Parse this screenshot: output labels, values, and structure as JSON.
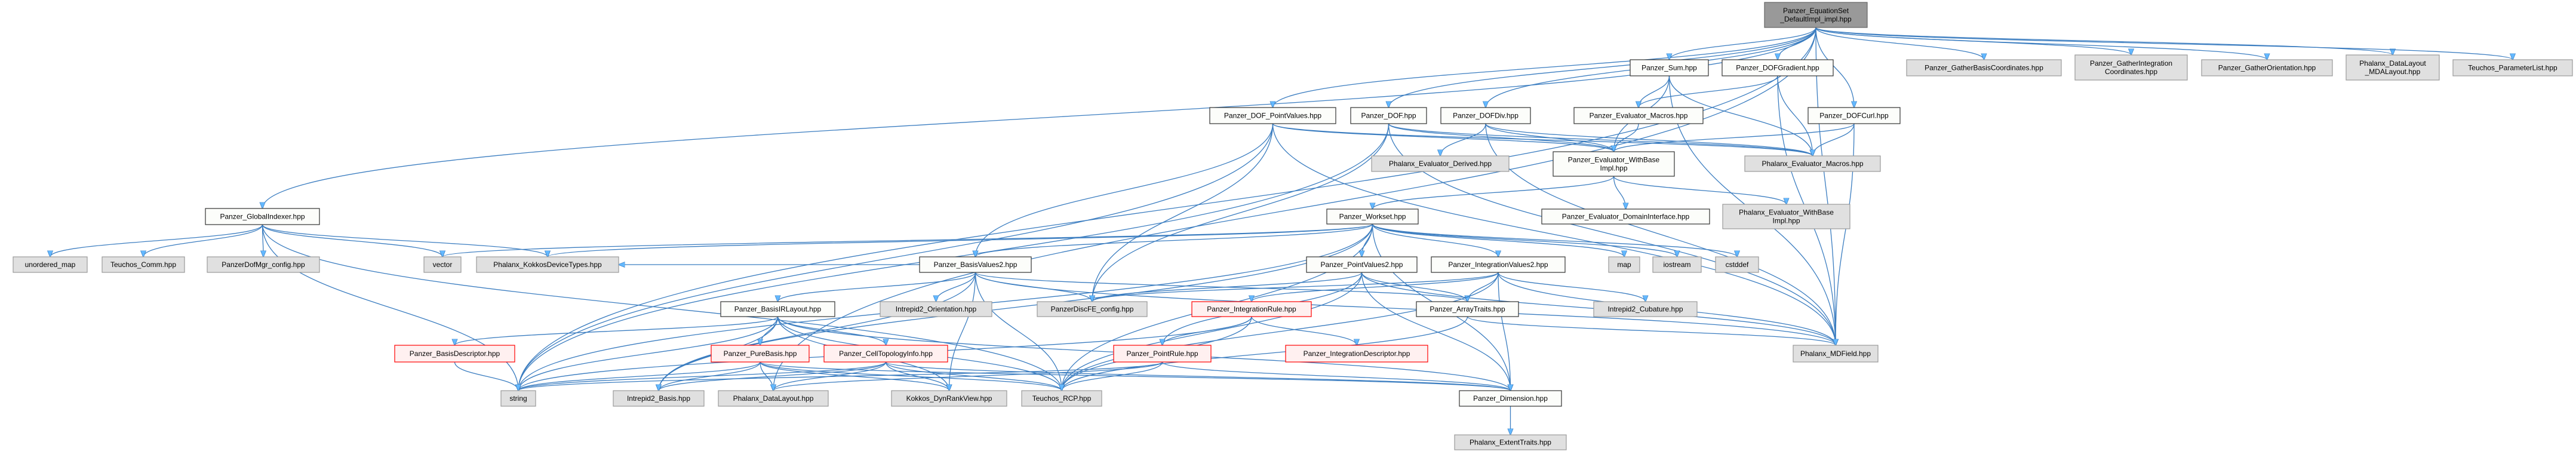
{
  "colors": {
    "edge": "#3b7dc0",
    "arrow": "#63b8ff",
    "root_fill": "#999999",
    "documented_fill": "#fcfdfa",
    "external_fill": "#e0e0e0",
    "undocumented_fill": "#fff0f0",
    "undocumented_border": "#ff0000"
  },
  "nodes": [
    {
      "id": "root",
      "kind": "root",
      "lines": [
        "Panzer_EquationSet",
        "_DefaultImpl_impl.hpp"
      ]
    },
    {
      "id": "sum",
      "kind": "doc",
      "lines": [
        "Panzer_Sum.hpp"
      ]
    },
    {
      "id": "dofgrad",
      "kind": "doc",
      "lines": [
        "Panzer_DOFGradient.hpp"
      ]
    },
    {
      "id": "gatherbasis",
      "kind": "ext",
      "lines": [
        "Panzer_GatherBasisCoordinates.hpp"
      ]
    },
    {
      "id": "gatherint",
      "kind": "ext",
      "lines": [
        "Panzer_GatherIntegration",
        "Coordinates.hpp"
      ]
    },
    {
      "id": "gatherorient",
      "kind": "ext",
      "lines": [
        "Panzer_GatherOrientation.hpp"
      ]
    },
    {
      "id": "mdalayout",
      "kind": "ext",
      "lines": [
        "Phalanx_DataLayout",
        "_MDALayout.hpp"
      ]
    },
    {
      "id": "paramlist",
      "kind": "ext",
      "lines": [
        "Teuchos_ParameterList.hpp"
      ]
    },
    {
      "id": "dofpv",
      "kind": "doc",
      "lines": [
        "Panzer_DOF_PointValues.hpp"
      ]
    },
    {
      "id": "dof",
      "kind": "doc",
      "lines": [
        "Panzer_DOF.hpp"
      ]
    },
    {
      "id": "dofdiv",
      "kind": "doc",
      "lines": [
        "Panzer_DOFDiv.hpp"
      ]
    },
    {
      "id": "pevmacros",
      "kind": "doc",
      "lines": [
        "Panzer_Evaluator_Macros.hpp"
      ]
    },
    {
      "id": "dofcurl",
      "kind": "doc",
      "lines": [
        "Panzer_DOFCurl.hpp"
      ]
    },
    {
      "id": "phxderived",
      "kind": "ext",
      "lines": [
        "Phalanx_Evaluator_Derived.hpp"
      ]
    },
    {
      "id": "pwithbase",
      "kind": "doc",
      "lines": [
        "Panzer_Evaluator_WithBase",
        "Impl.hpp"
      ]
    },
    {
      "id": "phxmacros",
      "kind": "ext",
      "lines": [
        "Phalanx_Evaluator_Macros.hpp"
      ]
    },
    {
      "id": "globalidx",
      "kind": "doc",
      "lines": [
        "Panzer_GlobalIndexer.hpp"
      ]
    },
    {
      "id": "workset",
      "kind": "doc",
      "lines": [
        "Panzer_Workset.hpp"
      ]
    },
    {
      "id": "domainif",
      "kind": "doc",
      "lines": [
        "Panzer_Evaluator_DomainInterface.hpp"
      ]
    },
    {
      "id": "phxwithbase",
      "kind": "ext",
      "lines": [
        "Phalanx_Evaluator_WithBase",
        "Impl.hpp"
      ]
    },
    {
      "id": "unordered_map",
      "kind": "ext",
      "lines": [
        "unordered_map"
      ]
    },
    {
      "id": "tcomm",
      "kind": "ext",
      "lines": [
        "Teuchos_Comm.hpp"
      ]
    },
    {
      "id": "dofmgrcfg",
      "kind": "ext",
      "lines": [
        "PanzerDofMgr_config.hpp"
      ]
    },
    {
      "id": "vector",
      "kind": "ext",
      "lines": [
        "vector"
      ]
    },
    {
      "id": "kokkosdev",
      "kind": "ext",
      "lines": [
        "Phalanx_KokkosDeviceTypes.hpp"
      ]
    },
    {
      "id": "basisvals2",
      "kind": "doc",
      "lines": [
        "Panzer_BasisValues2.hpp"
      ]
    },
    {
      "id": "pointvals2",
      "kind": "doc",
      "lines": [
        "Panzer_PointValues2.hpp"
      ]
    },
    {
      "id": "intvals2",
      "kind": "doc",
      "lines": [
        "Panzer_IntegrationValues2.hpp"
      ]
    },
    {
      "id": "map",
      "kind": "ext",
      "lines": [
        "map"
      ]
    },
    {
      "id": "iostream",
      "kind": "ext",
      "lines": [
        "iostream"
      ]
    },
    {
      "id": "cstddef",
      "kind": "ext",
      "lines": [
        "cstddef"
      ]
    },
    {
      "id": "basisir",
      "kind": "doc",
      "lines": [
        "Panzer_BasisIRLayout.hpp"
      ]
    },
    {
      "id": "i2orient",
      "kind": "ext",
      "lines": [
        "Intrepid2_Orientation.hpp"
      ]
    },
    {
      "id": "discfecfg",
      "kind": "ext",
      "lines": [
        "PanzerDiscFE_config.hpp"
      ]
    },
    {
      "id": "intrule",
      "kind": "undoc",
      "lines": [
        "Panzer_IntegrationRule.hpp"
      ]
    },
    {
      "id": "arraytraits",
      "kind": "doc",
      "lines": [
        "Panzer_ArrayTraits.hpp"
      ]
    },
    {
      "id": "i2cub",
      "kind": "ext",
      "lines": [
        "Intrepid2_Cubature.hpp"
      ]
    },
    {
      "id": "basisdesc",
      "kind": "undoc",
      "lines": [
        "Panzer_BasisDescriptor.hpp"
      ]
    },
    {
      "id": "purebasis",
      "kind": "undoc",
      "lines": [
        "Panzer_PureBasis.hpp"
      ]
    },
    {
      "id": "celltopo",
      "kind": "undoc",
      "lines": [
        "Panzer_CellTopologyInfo.hpp"
      ]
    },
    {
      "id": "pointrule",
      "kind": "undoc",
      "lines": [
        "Panzer_PointRule.hpp"
      ]
    },
    {
      "id": "intdesc",
      "kind": "undoc",
      "lines": [
        "Panzer_IntegrationDescriptor.hpp"
      ]
    },
    {
      "id": "mdfield",
      "kind": "ext",
      "lines": [
        "Phalanx_MDField.hpp"
      ]
    },
    {
      "id": "string",
      "kind": "ext",
      "lines": [
        "string"
      ]
    },
    {
      "id": "i2basis",
      "kind": "ext",
      "lines": [
        "Intrepid2_Basis.hpp"
      ]
    },
    {
      "id": "phxdl",
      "kind": "ext",
      "lines": [
        "Phalanx_DataLayout.hpp"
      ]
    },
    {
      "id": "dynrank",
      "kind": "ext",
      "lines": [
        "Kokkos_DynRankView.hpp"
      ]
    },
    {
      "id": "trcp",
      "kind": "ext",
      "lines": [
        "Teuchos_RCP.hpp"
      ]
    },
    {
      "id": "dimension",
      "kind": "doc",
      "lines": [
        "Panzer_Dimension.hpp"
      ]
    },
    {
      "id": "extent",
      "kind": "ext",
      "lines": [
        "Phalanx_ExtentTraits.hpp"
      ]
    }
  ],
  "edges": [
    [
      "root",
      "globalidx"
    ],
    [
      "root",
      "dofpv"
    ],
    [
      "root",
      "dof"
    ],
    [
      "root",
      "dofdiv"
    ],
    [
      "root",
      "sum"
    ],
    [
      "root",
      "dofgrad"
    ],
    [
      "root",
      "dofcurl"
    ],
    [
      "root",
      "gatherbasis"
    ],
    [
      "root",
      "gatherint"
    ],
    [
      "root",
      "gatherorient"
    ],
    [
      "root",
      "mdalayout"
    ],
    [
      "root",
      "paramlist"
    ],
    [
      "root",
      "mdfield"
    ],
    [
      "root",
      "phxdl"
    ],
    [
      "root",
      "string"
    ],
    [
      "sum",
      "pevmacros"
    ],
    [
      "sum",
      "phxmacros"
    ],
    [
      "sum",
      "pwithbase"
    ],
    [
      "sum",
      "mdfield"
    ],
    [
      "dofgrad",
      "pevmacros"
    ],
    [
      "dofgrad",
      "phxmacros"
    ],
    [
      "dofgrad",
      "mdfield"
    ],
    [
      "dofcurl",
      "pwithbase"
    ],
    [
      "dofcurl",
      "phxmacros"
    ],
    [
      "dofcurl",
      "mdfield"
    ],
    [
      "pevmacros",
      "pwithbase"
    ],
    [
      "dofpv",
      "pwithbase"
    ],
    [
      "dofpv",
      "phxmacros"
    ],
    [
      "dofpv",
      "string"
    ],
    [
      "dofpv",
      "basisvals2"
    ],
    [
      "dofpv",
      "discfecfg"
    ],
    [
      "dofpv",
      "mdfield"
    ],
    [
      "dof",
      "pwithbase"
    ],
    [
      "dof",
      "phxmacros"
    ],
    [
      "dof",
      "discfecfg"
    ],
    [
      "dof",
      "string"
    ],
    [
      "dof",
      "mdfield"
    ],
    [
      "dofdiv",
      "phxderived"
    ],
    [
      "dofdiv",
      "pwithbase"
    ],
    [
      "dofdiv",
      "phxmacros"
    ],
    [
      "dofdiv",
      "mdfield"
    ],
    [
      "pwithbase",
      "workset"
    ],
    [
      "pwithbase",
      "domainif"
    ],
    [
      "pwithbase",
      "phxwithbase"
    ],
    [
      "workset",
      "vector"
    ],
    [
      "workset",
      "kokkosdev"
    ],
    [
      "workset",
      "basisvals2"
    ],
    [
      "workset",
      "pointvals2"
    ],
    [
      "workset",
      "intvals2"
    ],
    [
      "workset",
      "map"
    ],
    [
      "workset",
      "iostream"
    ],
    [
      "workset",
      "cstddef"
    ],
    [
      "workset",
      "trcp"
    ],
    [
      "workset",
      "i2basis"
    ],
    [
      "workset",
      "string"
    ],
    [
      "workset",
      "dimension"
    ],
    [
      "globalidx",
      "unordered_map"
    ],
    [
      "globalidx",
      "tcomm"
    ],
    [
      "globalidx",
      "dofmgrcfg"
    ],
    [
      "globalidx",
      "vector"
    ],
    [
      "globalidx",
      "kokkosdev"
    ],
    [
      "globalidx",
      "string"
    ],
    [
      "globalidx",
      "trcp"
    ],
    [
      "basisvals2",
      "basisir"
    ],
    [
      "basisvals2",
      "i2orient"
    ],
    [
      "basisvals2",
      "discfecfg"
    ],
    [
      "basisvals2",
      "trcp"
    ],
    [
      "basisvals2",
      "arraytraits"
    ],
    [
      "basisvals2",
      "mdfield"
    ],
    [
      "basisvals2",
      "dynrank"
    ],
    [
      "basisvals2",
      "i2basis"
    ],
    [
      "basisvals2",
      "kokkosdev"
    ],
    [
      "pointvals2",
      "discfecfg"
    ],
    [
      "pointvals2",
      "pointrule"
    ],
    [
      "pointvals2",
      "arraytraits"
    ],
    [
      "pointvals2",
      "dimension"
    ],
    [
      "pointvals2",
      "mdfield"
    ],
    [
      "pointvals2",
      "trcp"
    ],
    [
      "intvals2",
      "intrule"
    ],
    [
      "intvals2",
      "arraytraits"
    ],
    [
      "intvals2",
      "i2cub"
    ],
    [
      "intvals2",
      "mdfield"
    ],
    [
      "intvals2",
      "dimension"
    ],
    [
      "intvals2",
      "trcp"
    ],
    [
      "intvals2",
      "discfecfg"
    ],
    [
      "basisir",
      "basisdesc"
    ],
    [
      "basisir",
      "purebasis"
    ],
    [
      "basisir",
      "celltopo"
    ],
    [
      "basisir",
      "string"
    ],
    [
      "basisir",
      "i2basis"
    ],
    [
      "basisir",
      "trcp"
    ],
    [
      "basisir",
      "dynrank"
    ],
    [
      "basisir",
      "dimension"
    ],
    [
      "basisdesc",
      "string"
    ],
    [
      "purebasis",
      "string"
    ],
    [
      "purebasis",
      "i2basis"
    ],
    [
      "purebasis",
      "phxdl"
    ],
    [
      "purebasis",
      "dynrank"
    ],
    [
      "purebasis",
      "trcp"
    ],
    [
      "purebasis",
      "dimension"
    ],
    [
      "celltopo",
      "string"
    ],
    [
      "celltopo",
      "phxdl"
    ],
    [
      "celltopo",
      "dynrank"
    ],
    [
      "celltopo",
      "trcp"
    ],
    [
      "celltopo",
      "dimension"
    ],
    [
      "celltopo",
      "i2basis"
    ],
    [
      "intrule",
      "pointrule"
    ],
    [
      "intrule",
      "intdesc"
    ],
    [
      "intrule",
      "trcp"
    ],
    [
      "intrule",
      "string"
    ],
    [
      "pointrule",
      "string"
    ],
    [
      "pointrule",
      "phxdl"
    ],
    [
      "pointrule",
      "trcp"
    ],
    [
      "pointrule",
      "dimension"
    ],
    [
      "arraytraits",
      "mdfield"
    ],
    [
      "arraytraits",
      "trcp"
    ],
    [
      "dimension",
      "extent"
    ]
  ]
}
